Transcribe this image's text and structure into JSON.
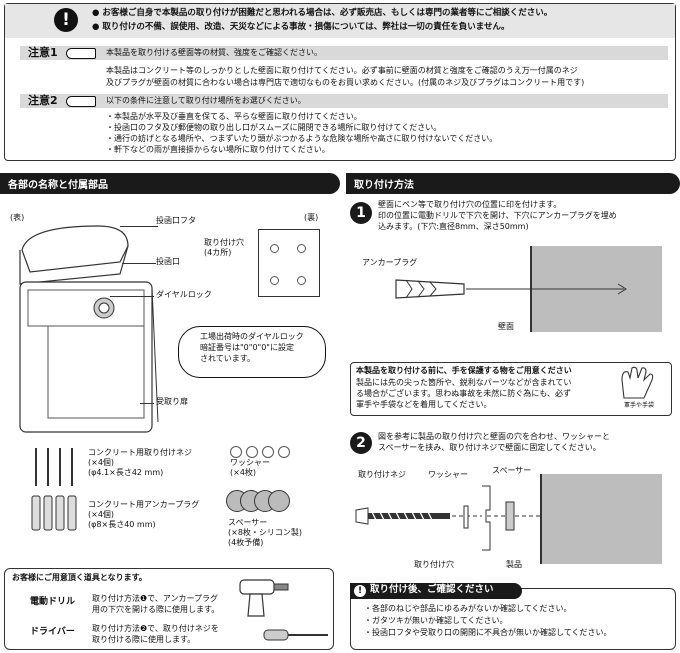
{
  "warning": {
    "line1": "● お客様ご自身で本製品の取り付けが困難だと思われる場合は、必ず販売店、もしくは専門の業者等にご相談ください。",
    "line2": "● 取り付けの不備、誤使用、改造、天災などによる事故・損傷については、弊社は一切の責任を負いません。"
  },
  "note1": {
    "label": "注意1",
    "head": "本製品を取り付ける壁面等の材質、強度をご確認ください。",
    "body1": "本製品はコンクリート等のしっかりとした壁面に取り付けてください。必ず事前に壁面の材質と強度をご確認のうえ万一付属のネジ",
    "body2": "及びプラグが壁面の材質に合わない場合は専門店で適切なものをお買い求めください。(付属のネジ及びプラグはコンクリート用です)"
  },
  "note2": {
    "label": "注意2",
    "head": "以下の条件に注意して取り付け場所をお選びください。",
    "items": [
      "本製品が水平及び垂直を保てる、平らな壁面に取り付けてください。",
      "投函口のフタ及び郵便物の取り出し口がスムーズに開閉できる場所に取り付けてください。",
      "通行の妨げとなる場所や、つまずいたり頭がぶつかるような危険な場所や高さに取り付けないでください。",
      "軒下などの雨が直接掛からない場所に取り付けてください。"
    ]
  },
  "parts": {
    "title": "各部の名称と付属部品",
    "front": "(表)",
    "back": "(裏)",
    "lid": "投函口フタ",
    "slot": "投函口",
    "dial": "ダイヤルロック",
    "holes1": "取り付け穴",
    "holes2": "(4カ所)",
    "callout": [
      "工場出荷時のダイヤルロック",
      "暗証番号は\"0\"0\"0\"に設定",
      "されています。"
    ],
    "door": "受取り扉",
    "screw": [
      "コンクリート用取り付けネジ",
      "(×4個)",
      "(φ4.1×長さ42 mm)"
    ],
    "washer": [
      "ワッシャー",
      "(×4枚)"
    ],
    "plug": [
      "コンクリート用アンカープラグ",
      "(×4個)",
      "(φ8×長さ40 mm)"
    ],
    "spacer": [
      "スペーサー",
      "(×8枚・シリコン製)",
      "(4枚予備)"
    ]
  },
  "prep": {
    "title": "お客様にご用意頂く道具となります。",
    "drill": "電動ドリル",
    "drill_text": [
      "取り付け方法❶で、アンカープラグ",
      "用の下穴を開ける際に使用します。"
    ],
    "driver": "ドライバー",
    "driver_text": [
      "取り付け方法❷で、取り付けネジを",
      "取り付ける際に使用します。"
    ]
  },
  "install": {
    "title": "取り付け方法",
    "step1_num": "1",
    "step1": [
      "壁面にペン等で取り付け穴の位置に印を付けます。",
      "印の位置に電動ドリルで下穴を開け、下穴にアンカープラグを埋め",
      "込みます。(下穴:直径8mm、深さ50mm)"
    ],
    "anchor": "アンカープラグ",
    "wall": "壁面",
    "glove_title": "本製品を取り付ける前に、手を保護する物をご用意ください",
    "glove_text": [
      "製品には先の尖った箇所や、鋭利なパーツなどが含まれてい",
      "る場合がございます。思わぬ事故を未然に防ぐ為にも、必ず",
      "軍手や手袋などを着用してください。"
    ],
    "glove_label": "軍手や手袋",
    "step2_num": "2",
    "step2": [
      "図を参考に製品の取り付け穴と壁面の穴を合わせ、ワッシャーと",
      "スペーサーを挟み、取り付けネジで壁面に固定してください。"
    ],
    "s2_screw": "取り付けネジ",
    "s2_washer": "ワッシャー",
    "s2_spacer": "スペーサー",
    "s2_hole": "取り付け穴",
    "s2_product": "製品"
  },
  "check": {
    "title": "取り付け後、ご確認ください",
    "items": [
      "各部のねじや部品にゆるみがないか確認してください。",
      "ガタツキが無いか確認してください。",
      "投函口フタや受取り口の開閉に不具合が無いか確認してください。"
    ]
  }
}
